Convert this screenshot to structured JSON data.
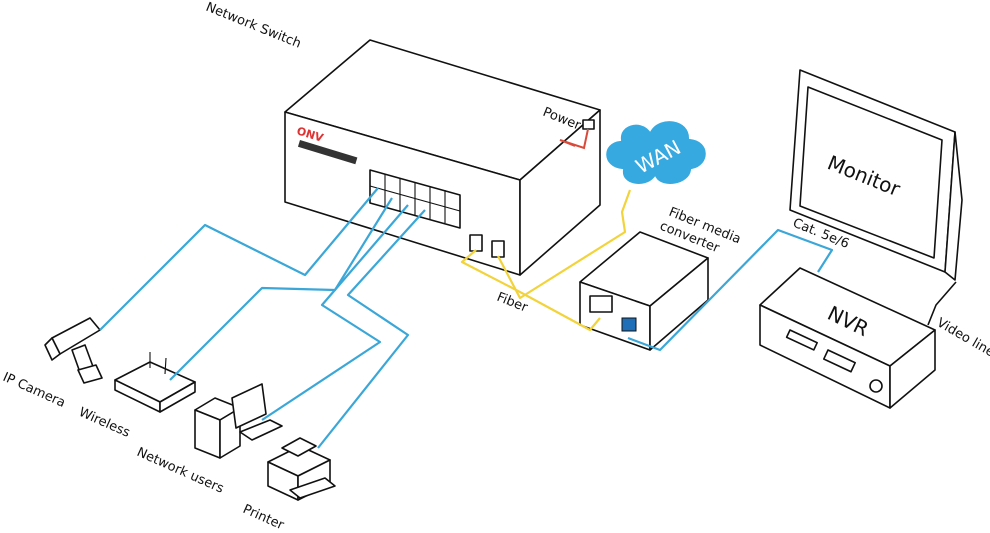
{
  "labels": {
    "network_switch": "Network Switch",
    "power": "Power",
    "wan": "WAN",
    "fiber_media_converter_line1": "Fiber media",
    "fiber_media_converter_line2": "converter",
    "fiber": "Fiber",
    "cat": "Cat. 5e/6",
    "monitor": "Monitor",
    "nvr": "NVR",
    "video_line": "Video line",
    "ip_camera": "IP Camera",
    "wireless": "Wireless",
    "network_users": "Network users",
    "printer": "Printer",
    "switch_brand": "ONV"
  },
  "colors": {
    "ethernet_cable": "#3aa7d8",
    "fiber_cable": "#f2d33a",
    "power_cable": "#d94a3a",
    "wan_cloud": "#36a9e1",
    "outline": "#111111"
  }
}
